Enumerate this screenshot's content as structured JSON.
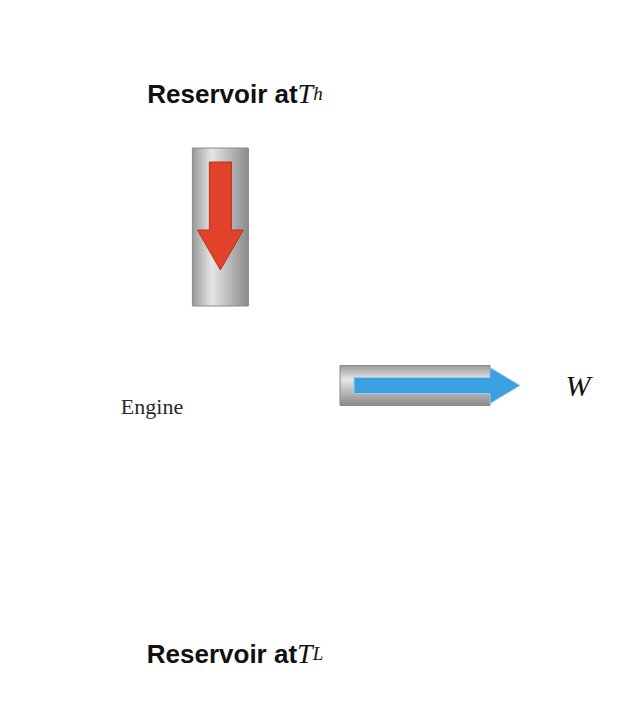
{
  "diagram": {
    "nodes": [
      {
        "text": [
          "Reservoir at Th"
        ]
      },
      {
        "text": [
          "Engine"
        ]
      },
      {
        "text": [
          "W"
        ]
      },
      {
        "text": [
          "Reservoir at TL"
        ]
      }
    ],
    "edges": [
      {
        "from": 0,
        "to": 1,
        "arrow": "to"
      },
      {
        "from": 1,
        "to": 2,
        "arrow": "to"
      }
    ]
  }
}
